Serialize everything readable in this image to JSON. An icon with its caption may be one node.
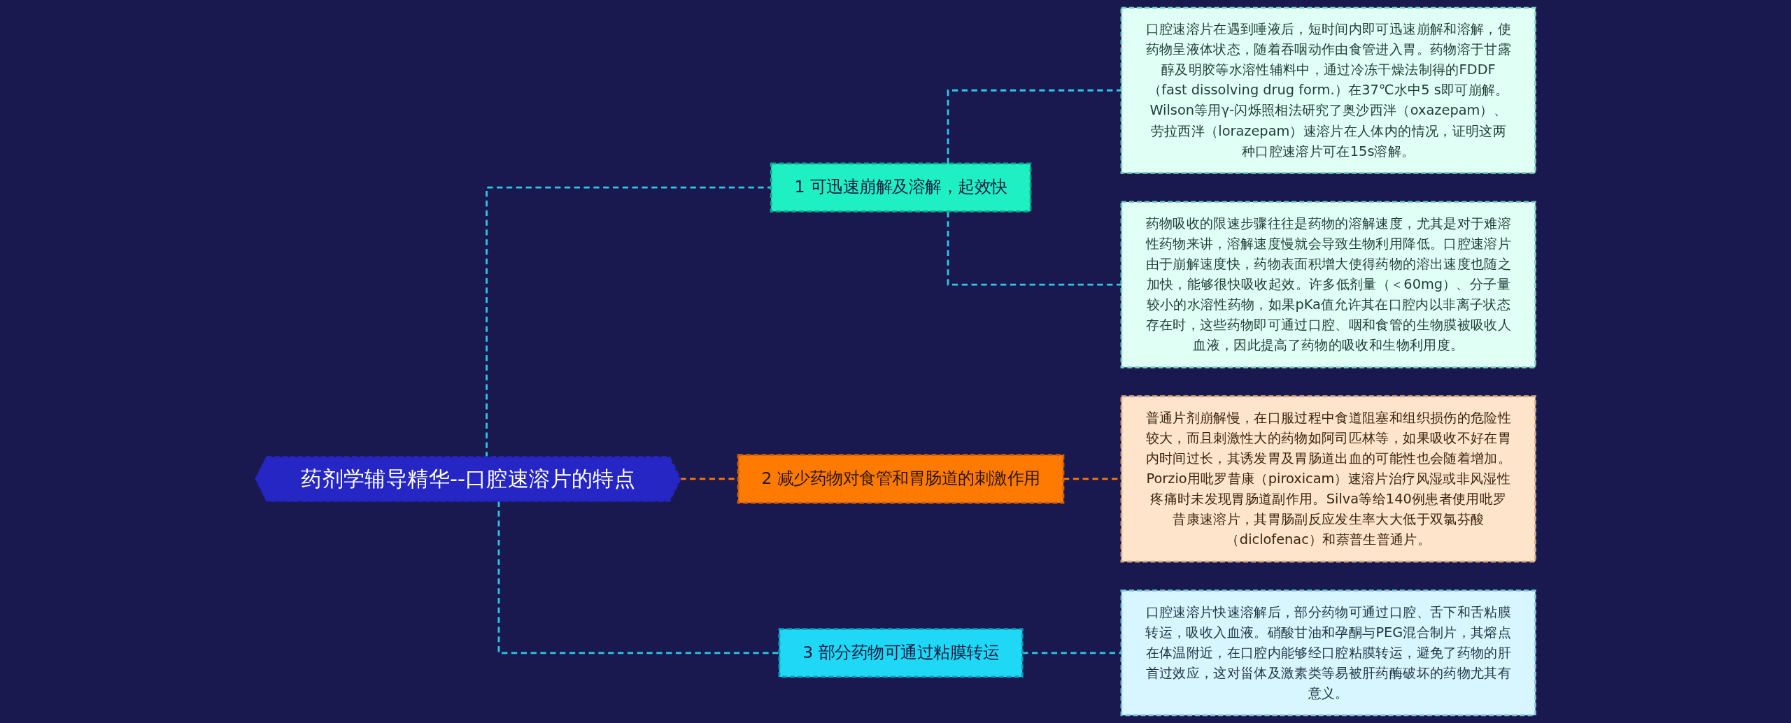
{
  "diagram": {
    "nodes": [
      {
        "text": [
          "药剂学辅导精华--口腔速溶片的特点"
        ]
      },
      {
        "text": [
          "1 可迅速崩解及溶解，起效快"
        ]
      },
      {
        "text": [
          "口腔速溶片在遇到唾液后，短时间内即可迅速崩解和溶解，使药物呈液体状态，随着吞咽动作由食管进入胃。药物溶于甘露醇及明胶等水溶性辅料中，通过冷冻干燥法制得的FDDF（fast dissolving drug form.）在37℃水中5 s即可崩解。Wilson等用γ-闪烁照相法研究了奥沙西泮（oxazepam）、劳拉西泮（lorazepam）速溶片在人体内的情况，证明这两种口腔速溶片可在15s溶解。"
        ]
      },
      {
        "text": [
          "药物吸收的限速步骤往往是药物的溶解速度，尤其是对于难溶性药物来讲，溶解速度慢就会导致生物利用降低。口腔速溶片由于崩解速度快，药物表面积增大使得药物的溶出速度也随之加快，能够很快吸收起效。许多低剂量（＜60mg）、分子量较小的水溶性药物，如果pKa值允许其在口腔内以非离子状态存在时，这些药物即可通过口腔、咽和食管的生物膜被吸收人血液，因此提高了药物的吸收和生物利用度。"
        ]
      },
      {
        "text": [
          "2 减少药物对食管和胃肠道的刺激作用"
        ]
      },
      {
        "text": [
          "普通片剂崩解慢，在口服过程中食道阻塞和组织损伤的危险性较大，而且刺激性大的药物如阿司匹林等，如果吸收不好在胃内时间过长，其诱发胃及胃肠道出血的可能性也会随着增加。Porzio用吡罗昔康（piroxicam）速溶片治疗风湿或非风湿性疼痛时未发现胃肠道副作用。Silva等给140例患者使用吡罗昔康速溶片，其胃肠副反应发生率大大低于双氯芬酸（diclofenac）和萘普生普通片。"
        ]
      },
      {
        "text": [
          "3 部分药物可通过粘膜转运"
        ]
      },
      {
        "text": [
          "口腔速溶片快速溶解后，部分药物可通过口腔、舌下和舌粘膜转运，吸收入血液。硝酸甘油和孕酮与PEG混合制片，其熔点在体温附近，在口腔内能够经口腔粘膜转运，避免了药物的肝首过效应，这对甾体及激素类等易被肝药酶破坏的药物尤其有意义。"
        ]
      }
    ],
    "edges": [
      {
        "from": 0,
        "to": 1,
        "arrow": "none",
        "style": "dashed"
      },
      {
        "from": 1,
        "to": 2,
        "arrow": "none",
        "style": "dashed"
      },
      {
        "from": 1,
        "to": 3,
        "arrow": "none",
        "style": "dashed"
      },
      {
        "from": 0,
        "to": 4,
        "arrow": "none",
        "style": "dashed",
        "color": "#ff7a00"
      },
      {
        "from": 4,
        "to": 5,
        "arrow": "none",
        "style": "dashed",
        "color": "#ff7a00"
      },
      {
        "from": 0,
        "to": 6,
        "arrow": "none",
        "style": "dashed"
      },
      {
        "from": 6,
        "to": 7,
        "arrow": "none",
        "style": "dashed"
      }
    ]
  }
}
